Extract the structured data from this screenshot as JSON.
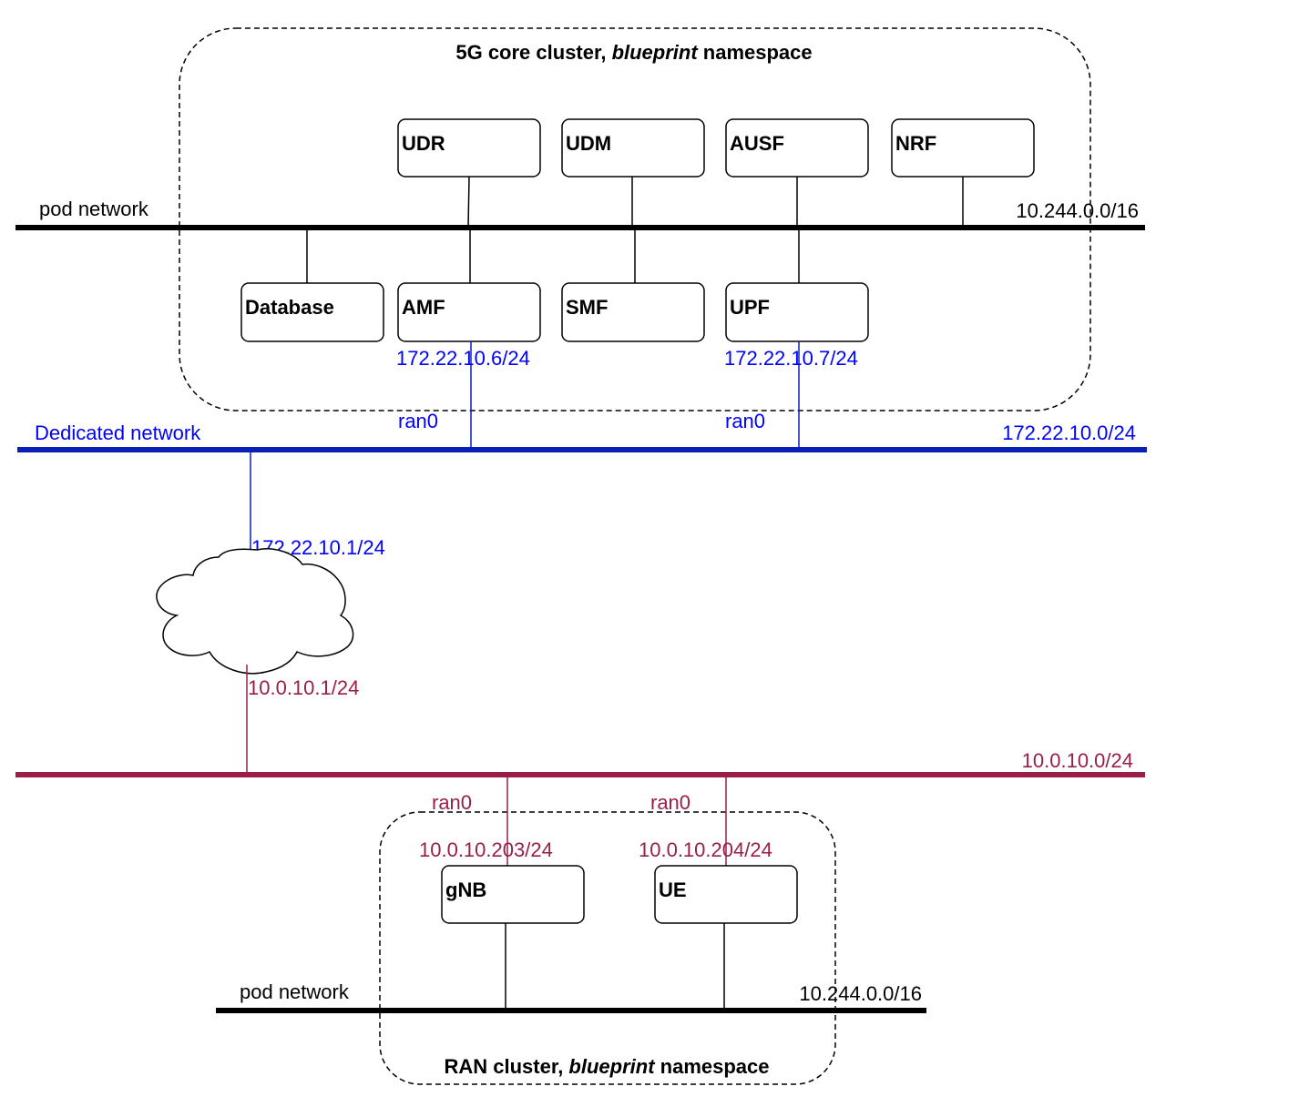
{
  "core_cluster": {
    "title_pre": "5G core cluster, ",
    "title_em": "blueprint",
    "title_post": " namespace",
    "pod_network_label": "pod network",
    "pod_network_cidr": "10.244.0.0/16",
    "nodes": {
      "udr": "UDR",
      "udm": "UDM",
      "ausf": "AUSF",
      "nrf": "NRF",
      "database": "Database",
      "amf": "AMF",
      "smf": "SMF",
      "upf": "UPF"
    },
    "amf_ip": "172.22.10.6/24",
    "upf_ip": "172.22.10.7/24",
    "amf_iface": "ran0",
    "upf_iface": "ran0"
  },
  "dedicated_network": {
    "label": "Dedicated network",
    "cidr": "172.22.10.0/24",
    "router_ip": "172.22.10.1/24",
    "color": "#0000ff",
    "line_color": "#0a1fb5"
  },
  "ran_network": {
    "cidr": "10.0.10.0/24",
    "router_ip": "10.0.10.1/24",
    "color": "#991f46"
  },
  "ran_cluster": {
    "title_pre": "RAN cluster, ",
    "title_em": "blueprint",
    "title_post": " namespace",
    "pod_network_label": "pod network",
    "pod_network_cidr": "10.244.0.0/16",
    "nodes": {
      "gnb": "gNB",
      "ue": "UE"
    },
    "gnb_ip": "10.0.10.203/24",
    "ue_ip": "10.0.10.204/24",
    "gnb_iface": "ran0",
    "ue_iface": "ran0"
  }
}
